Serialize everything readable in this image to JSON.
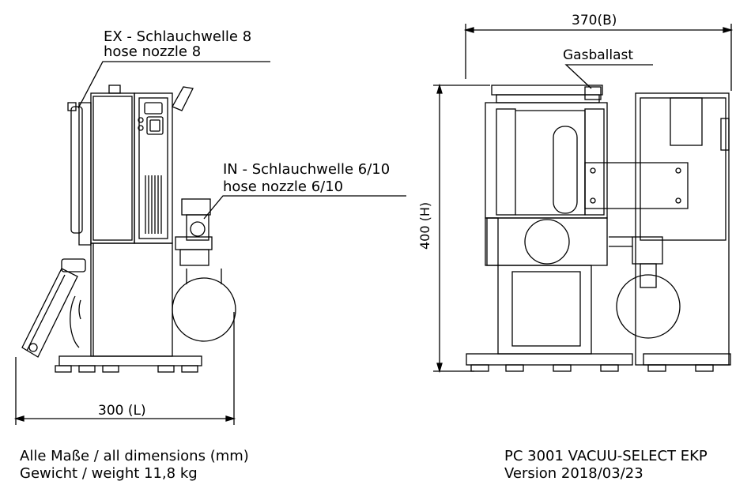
{
  "labels": {
    "exhaust_line1": "EX - Schlauchwelle 8",
    "exhaust_line2": "hose nozzle 8",
    "inlet_line1": "IN - Schlauchwelle 6/10",
    "inlet_line2": "hose nozzle 6/10",
    "gas_ballast": "Gasballast"
  },
  "dimensions": {
    "width": "370(B)",
    "height": "400 (H)",
    "length": "300 (L)"
  },
  "footer": {
    "units_note": "Alle Maße / all dimensions (mm)",
    "weight_note": "Gewicht / weight 11,8 kg",
    "model": "PC 3001 VACUU-SELECT EKP",
    "version": "Version 2018/03/23"
  },
  "colors": {
    "line": "#000000",
    "background": "#ffffff"
  }
}
